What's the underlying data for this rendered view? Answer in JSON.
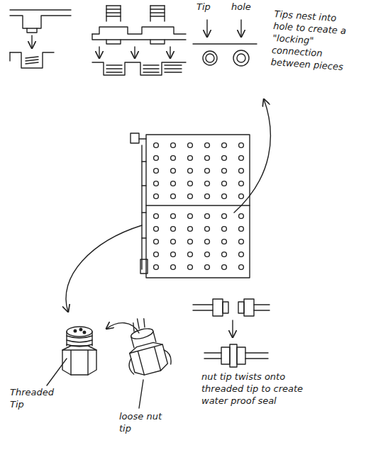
{
  "diagram": {
    "labels": [
      "Tip",
      "hole",
      "Tips nest into hole to create a \"locking\" connection between pieces",
      "Threaded Tip",
      "loose nut tip",
      "nut tip twists onto threaded tip to create water proof seal"
    ]
  }
}
